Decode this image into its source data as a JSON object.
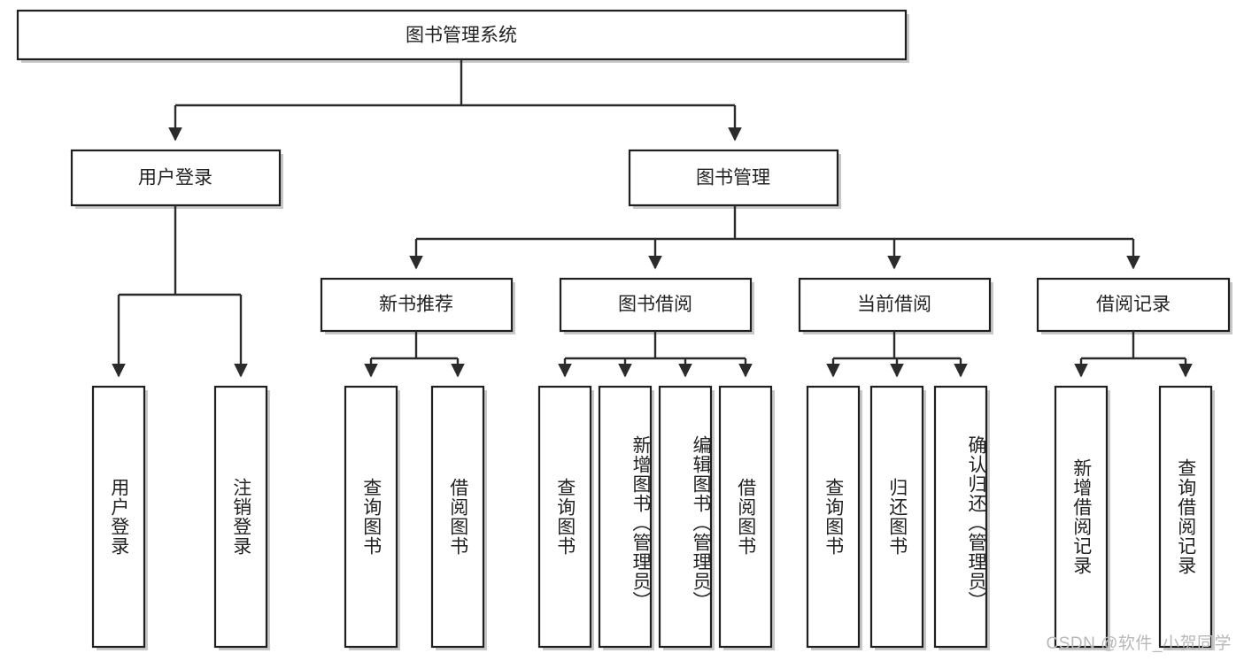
{
  "diagram": {
    "title": "图书管理系统",
    "watermark": "CSDN @软件_小贺同学",
    "type": "tree-hierarchy",
    "colors": {
      "box_fill": "#ffffff",
      "box_stroke": "#1f1f1f",
      "connector": "#2b2b2b",
      "text": "#222222",
      "watermark": "#b8b8b8",
      "background": "#ffffff"
    },
    "levels": {
      "root": {
        "label": "图书管理系统"
      },
      "level2": [
        {
          "label": "用户登录"
        },
        {
          "label": "图书管理"
        }
      ],
      "level3": [
        {
          "label": "新书推荐"
        },
        {
          "label": "图书借阅"
        },
        {
          "label": "当前借阅"
        },
        {
          "label": "借阅记录"
        }
      ],
      "leaves": {
        "user_login": [
          {
            "label": "用户登录"
          },
          {
            "label": "注销登录"
          }
        ],
        "new_book_recommend": [
          {
            "label": "查询图书"
          },
          {
            "label": "借阅图书"
          }
        ],
        "book_borrow": [
          {
            "label": "查询图书"
          },
          {
            "label": "新增图书（管理员）"
          },
          {
            "label": "编辑图书（管理员）"
          },
          {
            "label": "借阅图书"
          }
        ],
        "current_borrow": [
          {
            "label": "查询图书"
          },
          {
            "label": "归还图书"
          },
          {
            "label": "确认归还（管理员）"
          }
        ],
        "borrow_record": [
          {
            "label": "新增借阅记录"
          },
          {
            "label": "查询借阅记录"
          }
        ]
      }
    }
  }
}
